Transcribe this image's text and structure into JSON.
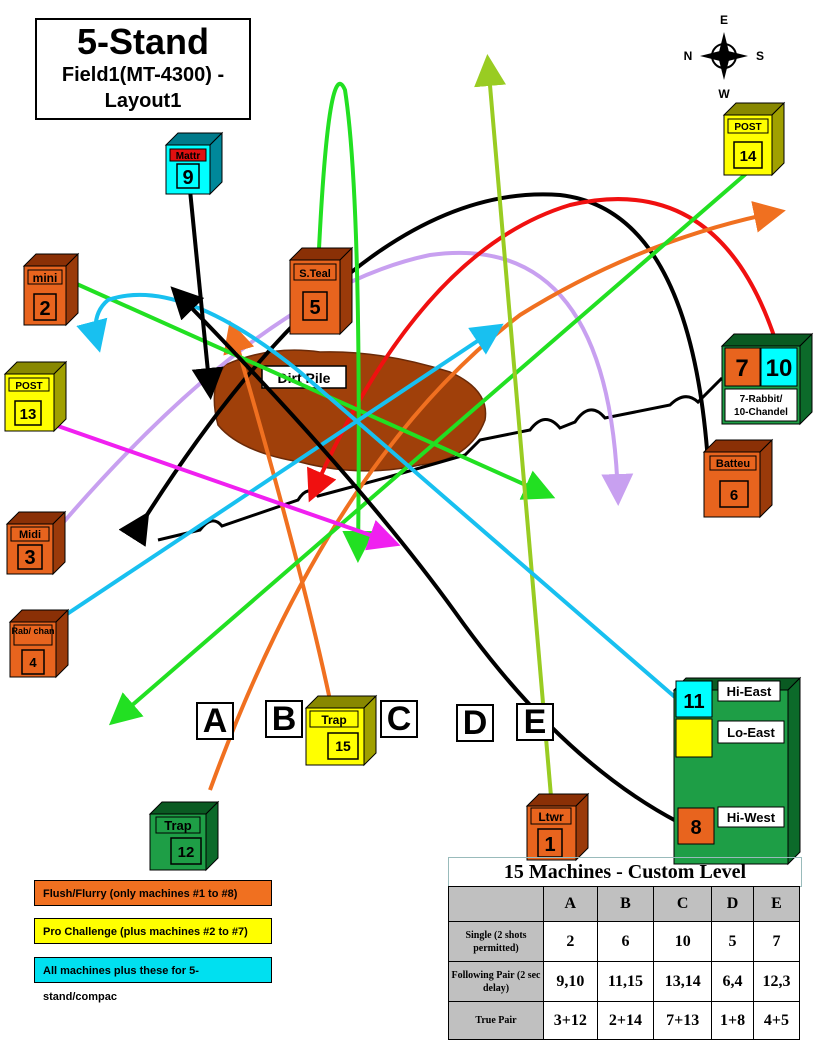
{
  "title": {
    "line1": "5-Stand",
    "line2": "Field1(MT-4300) -",
    "line3": "Layout1"
  },
  "compass": {
    "e": "E",
    "w": "W",
    "n": "N",
    "s": "S"
  },
  "dirt_pile_label": "Dirt Pile",
  "machines": {
    "m9": {
      "label": "Mattr",
      "num": "9"
    },
    "m2": {
      "label": "mini",
      "num": "2"
    },
    "m5": {
      "label": "S.Teal",
      "num": "5"
    },
    "m13": {
      "label": "POST",
      "num": "13"
    },
    "m14": {
      "label": "POST",
      "num": "14"
    },
    "m3": {
      "label": "Midi",
      "num": "3"
    },
    "m4": {
      "label": "Rab/ chan",
      "num": "4"
    },
    "m6": {
      "label": "Batteu",
      "num": "6"
    },
    "m7": {
      "num": "7"
    },
    "m10": {
      "num": "10",
      "caption1": "7-Rabbit/",
      "caption2": "10-Chandel"
    },
    "m15": {
      "label": "Trap",
      "num": "15"
    },
    "m12": {
      "label": "Trap",
      "num": "12"
    },
    "m1": {
      "label": "Ltwr",
      "num": "1"
    },
    "m11": {
      "num": "11",
      "label": "Hi-East"
    },
    "lo_east": {
      "label": "Lo-East"
    },
    "m8": {
      "num": "8",
      "label": "Hi-West"
    }
  },
  "stations": [
    "A",
    "B",
    "C",
    "D",
    "E"
  ],
  "legend": [
    {
      "text": "Flush/Flurry (only machines #1 to #8)",
      "color": "#f07020"
    },
    {
      "text": "Pro Challenge (plus machines #2 to #7)",
      "color": "#ffff00"
    },
    {
      "text": "All machines plus these for 5-stand/compac",
      "color": "#00e0f0"
    }
  ],
  "table": {
    "title": "15 Machines - Custom Level",
    "columns": [
      "A",
      "B",
      "C",
      "D",
      "E"
    ],
    "rows": [
      {
        "label": "Single (2 shots permitted)",
        "values": [
          "2",
          "6",
          "10",
          "5",
          "7"
        ]
      },
      {
        "label": "Following Pair (2 sec delay)",
        "values": [
          "9,10",
          "11,15",
          "13,14",
          "6,4",
          "12,3"
        ]
      },
      {
        "label": "True Pair",
        "values": [
          "3+12",
          "2+14",
          "7+13",
          "1+8",
          "4+5"
        ]
      }
    ]
  },
  "colors": {
    "orange_machine": "#e8641e",
    "yellow_machine": "#ffff00",
    "cyan_machine": "#00ffff",
    "green_machine": "#1e9e46",
    "dirt": "#a0400a"
  }
}
